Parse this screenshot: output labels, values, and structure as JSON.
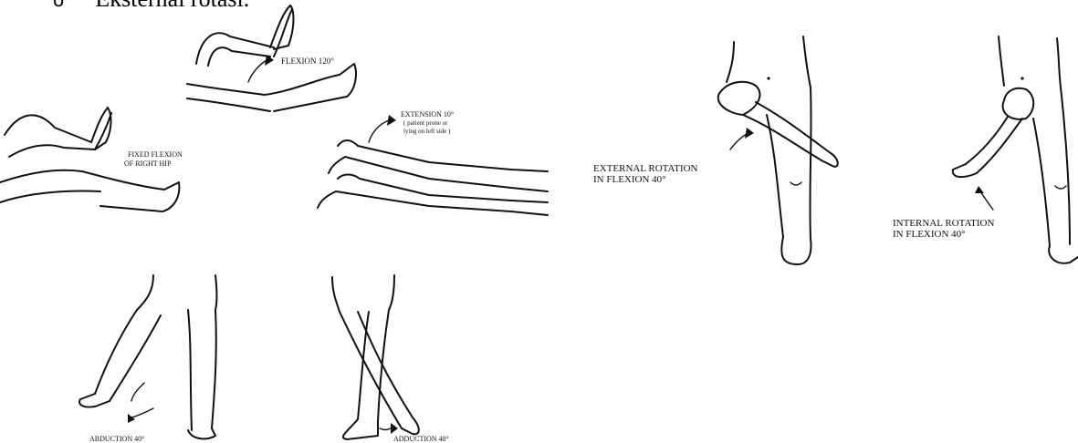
{
  "heading": {
    "bullet": "o",
    "text": "Eksternal rotasi."
  },
  "labels": {
    "flexion": "FLEXION 120°",
    "extension_1": "EXTENSION 10°",
    "extension_2": "( patient prone or",
    "extension_3": "lying on left side )",
    "fixed_1": "FIXED FLEXION",
    "fixed_2": "OF RIGHT HIP",
    "external_1": "EXTERNAL ROTATION",
    "external_2": "IN FLEXION 40°",
    "internal_1": "INTERNAL ROTATION",
    "internal_2": "IN FLEXION 40°",
    "abduction": "ABDUCTION 40°",
    "adduction": "ADDUCTION 40°"
  },
  "colors": {
    "ink": "#111111",
    "background": "#ffffff"
  }
}
